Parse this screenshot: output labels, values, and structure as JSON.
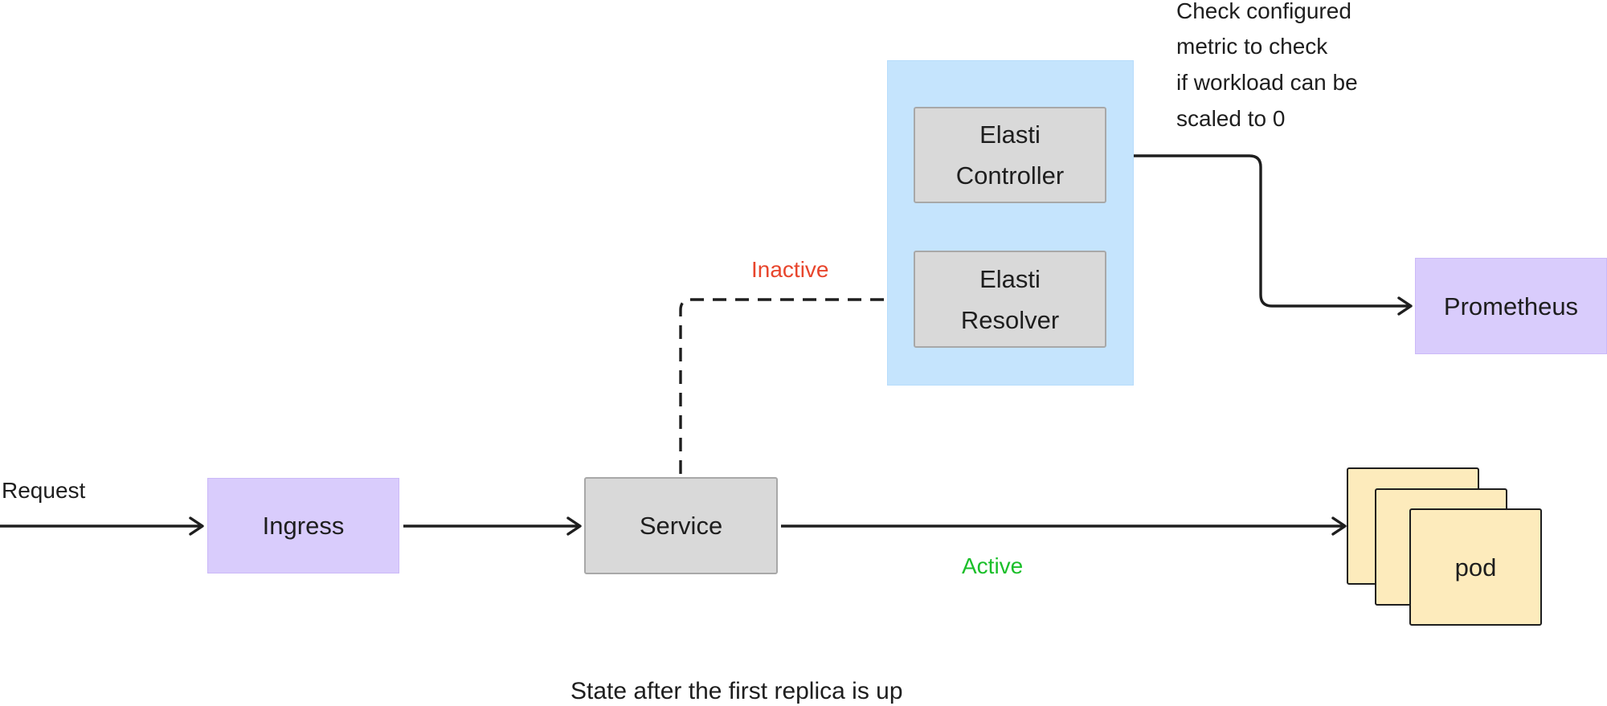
{
  "diagram": {
    "nodes": {
      "ingress": "Ingress",
      "service": "Service",
      "elasti_controller": [
        "Elasti",
        "Controller"
      ],
      "elasti_resolver": [
        "Elasti",
        "Resolver"
      ],
      "prometheus": "Prometheus",
      "pod": "pod"
    },
    "edge_labels": {
      "request": "Request",
      "inactive": "Inactive",
      "active": "Active"
    },
    "note_lines": [
      "Check configured",
      "metric to check",
      "if workload can be",
      "scaled to 0"
    ],
    "caption": "State after the first replica is up",
    "colors": {
      "inactive": "#e8452c",
      "active": "#1bbf2a",
      "purple_node": "#d9ccfc",
      "grey_node": "#d9d9d9",
      "group_panel": "#c5e4fd",
      "pod_fill": "#fdebbc"
    }
  }
}
